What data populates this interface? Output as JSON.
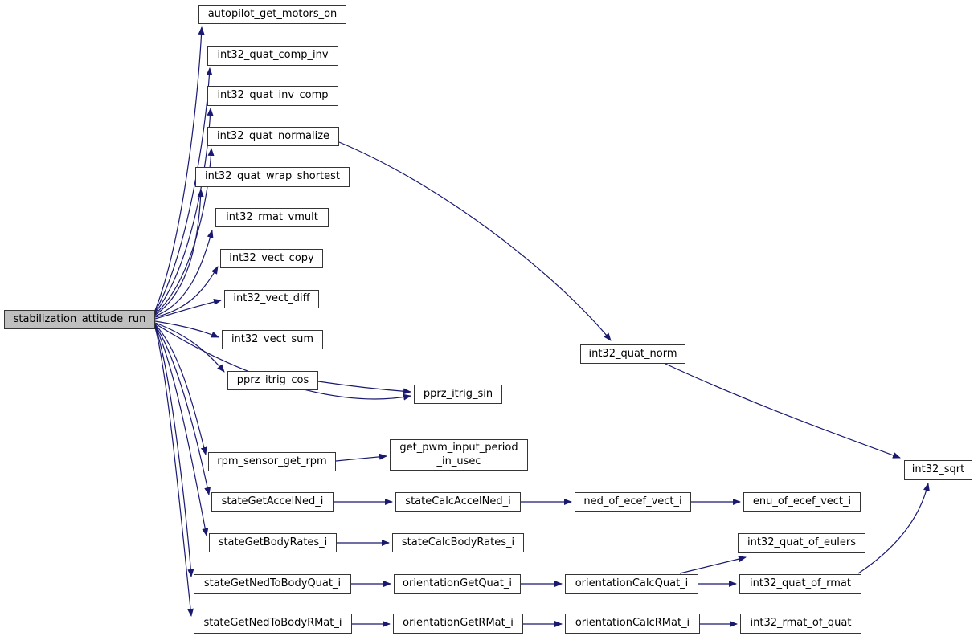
{
  "diagram": {
    "kind": "doxygen-call-graph",
    "main_node": "stabilization_attitude_run",
    "colors": {
      "edge": "#191970",
      "node_border": "#353535",
      "node_fill": "#ffffff",
      "main_node_fill": "#bfbfbf",
      "background": "#ffffff"
    },
    "nodes": [
      {
        "id": "stabilization_attitude_run",
        "label": "stabilization_attitude_run"
      },
      {
        "id": "autopilot_get_motors_on",
        "label": "autopilot_get_motors_on"
      },
      {
        "id": "int32_quat_comp_inv",
        "label": "int32_quat_comp_inv"
      },
      {
        "id": "int32_quat_inv_comp",
        "label": "int32_quat_inv_comp"
      },
      {
        "id": "int32_quat_normalize",
        "label": "int32_quat_normalize"
      },
      {
        "id": "int32_quat_wrap_shortest",
        "label": "int32_quat_wrap_shortest"
      },
      {
        "id": "int32_rmat_vmult",
        "label": "int32_rmat_vmult"
      },
      {
        "id": "int32_vect_copy",
        "label": "int32_vect_copy"
      },
      {
        "id": "int32_vect_diff",
        "label": "int32_vect_diff"
      },
      {
        "id": "int32_vect_sum",
        "label": "int32_vect_sum"
      },
      {
        "id": "pprz_itrig_cos",
        "label": "pprz_itrig_cos"
      },
      {
        "id": "pprz_itrig_sin",
        "label": "pprz_itrig_sin"
      },
      {
        "id": "rpm_sensor_get_rpm",
        "label": "rpm_sensor_get_rpm"
      },
      {
        "id": "get_pwm_input_period_in_usec",
        "label": "get_pwm_input_period\n_in_usec"
      },
      {
        "id": "stateGetAccelNed_i",
        "label": "stateGetAccelNed_i"
      },
      {
        "id": "stateCalcAccelNed_i",
        "label": "stateCalcAccelNed_i"
      },
      {
        "id": "ned_of_ecef_vect_i",
        "label": "ned_of_ecef_vect_i"
      },
      {
        "id": "enu_of_ecef_vect_i",
        "label": "enu_of_ecef_vect_i"
      },
      {
        "id": "stateGetBodyRates_i",
        "label": "stateGetBodyRates_i"
      },
      {
        "id": "stateCalcBodyRates_i",
        "label": "stateCalcBodyRates_i"
      },
      {
        "id": "stateGetNedToBodyQuat_i",
        "label": "stateGetNedToBodyQuat_i"
      },
      {
        "id": "orientationGetQuat_i",
        "label": "orientationGetQuat_i"
      },
      {
        "id": "orientationCalcQuat_i",
        "label": "orientationCalcQuat_i"
      },
      {
        "id": "int32_quat_of_eulers",
        "label": "int32_quat_of_eulers"
      },
      {
        "id": "int32_quat_of_rmat",
        "label": "int32_quat_of_rmat"
      },
      {
        "id": "int32_rmat_of_quat",
        "label": "int32_rmat_of_quat"
      },
      {
        "id": "stateGetNedToBodyRMat_i",
        "label": "stateGetNedToBodyRMat_i"
      },
      {
        "id": "orientationGetRMat_i",
        "label": "orientationGetRMat_i"
      },
      {
        "id": "orientationCalcRMat_i",
        "label": "orientationCalcRMat_i"
      },
      {
        "id": "int32_quat_norm",
        "label": "int32_quat_norm"
      },
      {
        "id": "int32_sqrt",
        "label": "int32_sqrt"
      }
    ],
    "edges": [
      {
        "from": "stabilization_attitude_run",
        "to": "autopilot_get_motors_on"
      },
      {
        "from": "stabilization_attitude_run",
        "to": "int32_quat_comp_inv"
      },
      {
        "from": "stabilization_attitude_run",
        "to": "int32_quat_inv_comp"
      },
      {
        "from": "stabilization_attitude_run",
        "to": "int32_quat_normalize"
      },
      {
        "from": "stabilization_attitude_run",
        "to": "int32_quat_wrap_shortest"
      },
      {
        "from": "stabilization_attitude_run",
        "to": "int32_rmat_vmult"
      },
      {
        "from": "stabilization_attitude_run",
        "to": "int32_vect_copy"
      },
      {
        "from": "stabilization_attitude_run",
        "to": "int32_vect_diff"
      },
      {
        "from": "stabilization_attitude_run",
        "to": "int32_vect_sum"
      },
      {
        "from": "stabilization_attitude_run",
        "to": "pprz_itrig_cos"
      },
      {
        "from": "stabilization_attitude_run",
        "to": "pprz_itrig_sin"
      },
      {
        "from": "stabilization_attitude_run",
        "to": "rpm_sensor_get_rpm"
      },
      {
        "from": "stabilization_attitude_run",
        "to": "stateGetAccelNed_i"
      },
      {
        "from": "stabilization_attitude_run",
        "to": "stateGetBodyRates_i"
      },
      {
        "from": "stabilization_attitude_run",
        "to": "stateGetNedToBodyQuat_i"
      },
      {
        "from": "stabilization_attitude_run",
        "to": "stateGetNedToBodyRMat_i"
      },
      {
        "from": "int32_quat_normalize",
        "to": "int32_quat_norm"
      },
      {
        "from": "int32_quat_norm",
        "to": "int32_sqrt"
      },
      {
        "from": "pprz_itrig_cos",
        "to": "pprz_itrig_sin"
      },
      {
        "from": "rpm_sensor_get_rpm",
        "to": "get_pwm_input_period_in_usec"
      },
      {
        "from": "stateGetAccelNed_i",
        "to": "stateCalcAccelNed_i"
      },
      {
        "from": "stateCalcAccelNed_i",
        "to": "ned_of_ecef_vect_i"
      },
      {
        "from": "ned_of_ecef_vect_i",
        "to": "enu_of_ecef_vect_i"
      },
      {
        "from": "stateGetBodyRates_i",
        "to": "stateCalcBodyRates_i"
      },
      {
        "from": "stateGetNedToBodyQuat_i",
        "to": "orientationGetQuat_i"
      },
      {
        "from": "orientationGetQuat_i",
        "to": "orientationCalcQuat_i"
      },
      {
        "from": "orientationCalcQuat_i",
        "to": "int32_quat_of_eulers"
      },
      {
        "from": "orientationCalcQuat_i",
        "to": "int32_quat_of_rmat"
      },
      {
        "from": "int32_quat_of_rmat",
        "to": "int32_sqrt"
      },
      {
        "from": "stateGetNedToBodyRMat_i",
        "to": "orientationGetRMat_i"
      },
      {
        "from": "orientationGetRMat_i",
        "to": "orientationCalcRMat_i"
      },
      {
        "from": "orientationCalcRMat_i",
        "to": "int32_rmat_of_quat"
      }
    ]
  }
}
